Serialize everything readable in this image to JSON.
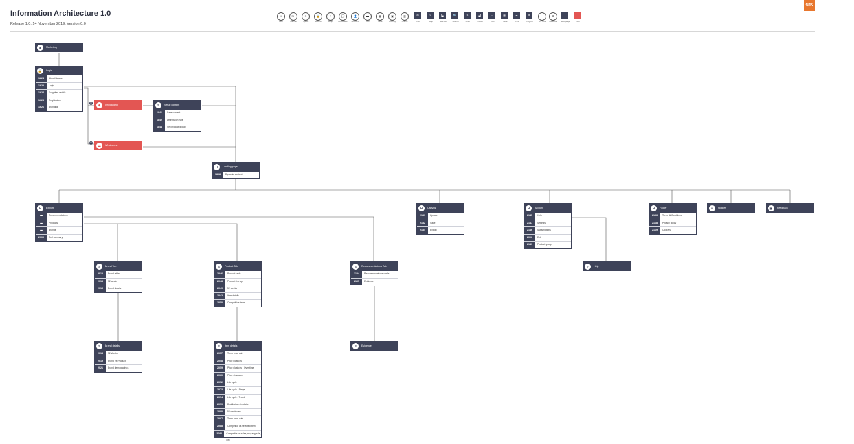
{
  "header": {
    "title": "Information Architecture 1.0",
    "subtitle": "Release 1.0, 14 November 2019, Version 0.0",
    "logo": "GfK"
  },
  "legend": [
    {
      "sym": "H",
      "label": "Hub",
      "style": "circle"
    },
    {
      "sym": "SH",
      "label": "Subhub",
      "style": "circle"
    },
    {
      "sym": "S",
      "label": "Spoke",
      "style": "circle"
    },
    {
      "sym": "🔒",
      "label": "Secure",
      "style": "circle"
    },
    {
      "sym": "?",
      "label": "Help",
      "style": "circle"
    },
    {
      "sym": "💬",
      "label": "Feedback",
      "style": "circle"
    },
    {
      "sym": "👤",
      "label": "Account",
      "style": "circle"
    },
    {
      "sym": "▬",
      "label": "Tab",
      "style": "circle"
    },
    {
      "sym": "▦",
      "label": "Table",
      "style": "circle"
    },
    {
      "sym": "▣",
      "label": "Overlay",
      "style": "circle"
    },
    {
      "sym": "▥",
      "label": "Charts",
      "style": "circle"
    },
    {
      "sym": "⊞",
      "label": "Hex",
      "style": "square"
    },
    {
      "sym": "?",
      "label": "Help",
      "style": "square"
    },
    {
      "sym": "▙",
      "label": "Nav+bc",
      "style": "square"
    },
    {
      "sym": "🔍",
      "label": "Search",
      "style": "square"
    },
    {
      "sym": "⇅",
      "label": "Filter",
      "style": "square"
    },
    {
      "sym": "▟",
      "label": "Chart",
      "style": "square"
    },
    {
      "sym": "▬",
      "label": "Tab",
      "style": "square"
    },
    {
      "sym": "▦",
      "label": "Table",
      "style": "square"
    },
    {
      "sym": "━",
      "label": "Link",
      "style": "square"
    },
    {
      "sym": "⬆",
      "label": "Logout",
      "style": "square"
    },
    {
      "sym": "◔",
      "label": "Sh. tool",
      "style": "circle"
    },
    {
      "sym": "✱",
      "label": "Release",
      "style": "circle"
    },
    {
      "sym": "",
      "label": "Webpage",
      "style": "square"
    },
    {
      "sym": "",
      "label": "Null",
      "style": "red"
    }
  ],
  "nodes": {
    "marketing": {
      "icon": "◙",
      "name": "Marketing",
      "rows": []
    },
    "login": {
      "icon": "🔒",
      "name": "Login",
      "rows": [
        {
          "id": "1224",
          "label": "About Neuron"
        },
        {
          "id": "1622",
          "label": "Login"
        },
        {
          "id": "1624",
          "label": "Forgotten details"
        },
        {
          "id": "1623",
          "label": "Registration"
        },
        {
          "id": "1626",
          "label": "Branding"
        }
      ]
    },
    "onboarding": {
      "icon": "✱",
      "name": "Onboarding",
      "rows": []
    },
    "setup": {
      "icon": "S",
      "name": "Setup content",
      "rows": [
        {
          "id": "1841",
          "label": "Save content"
        },
        {
          "id": "1842",
          "label": "Distribution type"
        },
        {
          "id": "1844",
          "label": "Sell product group"
        }
      ]
    },
    "whatsnew": {
      "icon": "▬",
      "name": "What's new",
      "rows": []
    },
    "landing": {
      "icon": "H",
      "name": "Landing page",
      "rows": [
        {
          "id": "1898",
          "label": "Dynamic content"
        }
      ]
    },
    "explore": {
      "icon": "H",
      "name": "Explore",
      "rows": [
        {
          "id": "▬",
          "label": "Recommendations"
        },
        {
          "id": "▬",
          "label": "Products"
        },
        {
          "id": "▬",
          "label": "Brands"
        },
        {
          "id": "2009",
          "label": "Cell summary"
        }
      ]
    },
    "canvas": {
      "icon": "H",
      "name": "Canvas",
      "rows": [
        {
          "id": "2131",
          "label": "Update"
        },
        {
          "id": "2132",
          "label": "Save"
        },
        {
          "id": "2134",
          "label": "Export"
        }
      ]
    },
    "account": {
      "icon": "H",
      "name": "Account",
      "rows": [
        {
          "id": "2145",
          "label": "Help"
        },
        {
          "id": "2147",
          "label": "Settings"
        },
        {
          "id": "2146",
          "label": "Subscriptions"
        },
        {
          "id": "2006",
          "label": "Exit"
        },
        {
          "id": "2149",
          "label": "Product group"
        }
      ]
    },
    "footer": {
      "icon": "H",
      "name": "Footer",
      "rows": [
        {
          "id": "2166",
          "label": "Terms & Conditions"
        },
        {
          "id": "2168",
          "label": "Privacy policy"
        },
        {
          "id": "2169",
          "label": "Cookies"
        }
      ]
    },
    "notices": {
      "icon": "◙",
      "name": "Notices",
      "rows": []
    },
    "feedback": {
      "icon": "▣",
      "name": "Feedback",
      "rows": []
    },
    "help": {
      "icon": "?",
      "name": "Help",
      "rows": []
    },
    "brandtab": {
      "icon": "S",
      "name": "Brand Tab",
      "rows": [
        {
          "id": "2012",
          "label": "Brand table"
        },
        {
          "id": "2013",
          "label": "52 weeks"
        },
        {
          "id": "2015",
          "label": "Brand details"
        }
      ]
    },
    "producttab": {
      "icon": "S",
      "name": "Product Tab",
      "rows": [
        {
          "id": "2046",
          "label": "Product table"
        },
        {
          "id": "2048",
          "label": "Product line up"
        },
        {
          "id": "2049",
          "label": "52 weeks"
        },
        {
          "id": "2042",
          "label": "Item details"
        },
        {
          "id": "2050",
          "label": "Competitive items"
        }
      ]
    },
    "rectab": {
      "icon": "S",
      "name": "Recommendations Tab",
      "rows": [
        {
          "id": "2104",
          "label": "Recommendations cards"
        },
        {
          "id": "2107",
          "label": "Evidence"
        }
      ]
    },
    "branddetails": {
      "icon": "S",
      "name": "Brand details",
      "rows": [
        {
          "id": "2018",
          "label": "52 Weeks"
        },
        {
          "id": "2019",
          "label": "Brand Vs Product"
        },
        {
          "id": "2021",
          "label": "Brand demographics"
        }
      ]
    },
    "itemdetails": {
      "icon": "S",
      "name": "Item details",
      "rows": [
        {
          "id": "2057",
          "label": "Temp price cut"
        },
        {
          "id": "2058",
          "label": "Price elasticity"
        },
        {
          "id": "2059",
          "label": "Price elasticity - Over time"
        },
        {
          "id": "2060",
          "label": "Price simulator"
        },
        {
          "id": "2072",
          "label": "Life cycle"
        },
        {
          "id": "2073",
          "label": "Life cycle - Stage"
        },
        {
          "id": "2074",
          "label": "Life cycle - Trend"
        },
        {
          "id": "2079",
          "label": "Distribution simulator"
        },
        {
          "id": "2080",
          "label": "52 week view"
        },
        {
          "id": "2087",
          "label": "Temp price cuts"
        },
        {
          "id": "2088",
          "label": "Competitor vs selected item"
        },
        {
          "id": "2091",
          "label": "Competitor vs sales, rev, avg sale, dist"
        }
      ]
    },
    "evidence": {
      "icon": "S",
      "name": "Evidence",
      "rows": []
    }
  },
  "badges": [
    "✱",
    "✱"
  ]
}
